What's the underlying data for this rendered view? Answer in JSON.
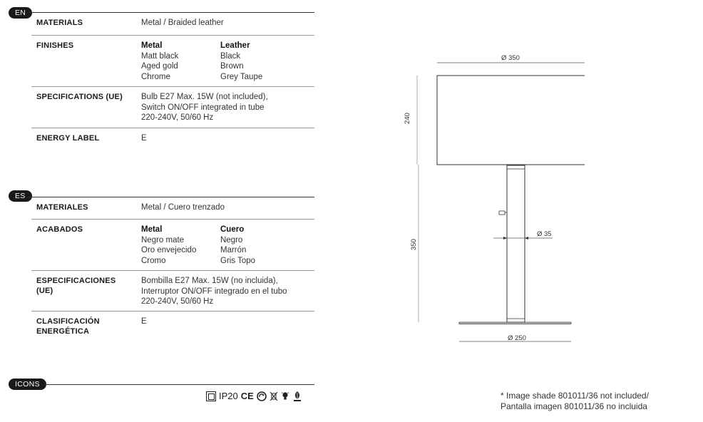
{
  "en": {
    "tag": "EN",
    "rows": {
      "materials": {
        "label": "MATERIALS",
        "value": "Metal / Braided leather"
      },
      "finishes": {
        "label": "FINISHES",
        "metal_head": "Metal",
        "metal_items": [
          "Matt black",
          "Aged gold",
          "Chrome"
        ],
        "leather_head": "Leather",
        "leather_items": [
          "Black",
          "Brown",
          "Grey Taupe"
        ]
      },
      "specs": {
        "label": "SPECIFICATIONS (UE)",
        "lines": [
          "Bulb E27 Max. 15W (not included),",
          "Switch ON/OFF integrated in tube",
          "220-240V, 50/60 Hz"
        ]
      },
      "energy": {
        "label": "ENERGY LABEL",
        "value": "E"
      }
    }
  },
  "es": {
    "tag": "ES",
    "rows": {
      "materials": {
        "label": "MATERIALES",
        "value": "Metal / Cuero trenzado"
      },
      "finishes": {
        "label": "ACABADOS",
        "metal_head": "Metal",
        "metal_items": [
          "Negro mate",
          "Oro envejecido",
          "Cromo"
        ],
        "leather_head": "Cuero",
        "leather_items": [
          "Negro",
          "Marrón",
          "Gris Topo"
        ]
      },
      "specs": {
        "label_1": "ESPECIFICACIONES",
        "label_2": "(UE)",
        "lines": [
          "Bombilla E27 Max. 15W (no incluida),",
          "Interruptor ON/OFF integrado en el tubo",
          "220-240V, 50/60 Hz"
        ]
      },
      "energy": {
        "label_1": "CLASIFICACIÓN",
        "label_2": "ENERGÉTICA",
        "value": "E"
      }
    }
  },
  "icons": {
    "tag": "ICONS",
    "ip": "IP20",
    "ce": "CE",
    "list": [
      "class-ii-icon",
      "ce-mark-icon",
      "recycle-icon",
      "weee-bin-icon",
      "led-bulb-icon",
      "energy-class-icon"
    ]
  },
  "drawing": {
    "shade_diameter": "Ø 350",
    "shade_height": "240",
    "total_height": "350",
    "tube_diameter": "Ø 35",
    "base_diameter": "Ø 250"
  },
  "note": {
    "line1": "* Image shade 801011/36 not included/",
    "line2": "Pantalla imagen 801011/36 no incluida"
  }
}
